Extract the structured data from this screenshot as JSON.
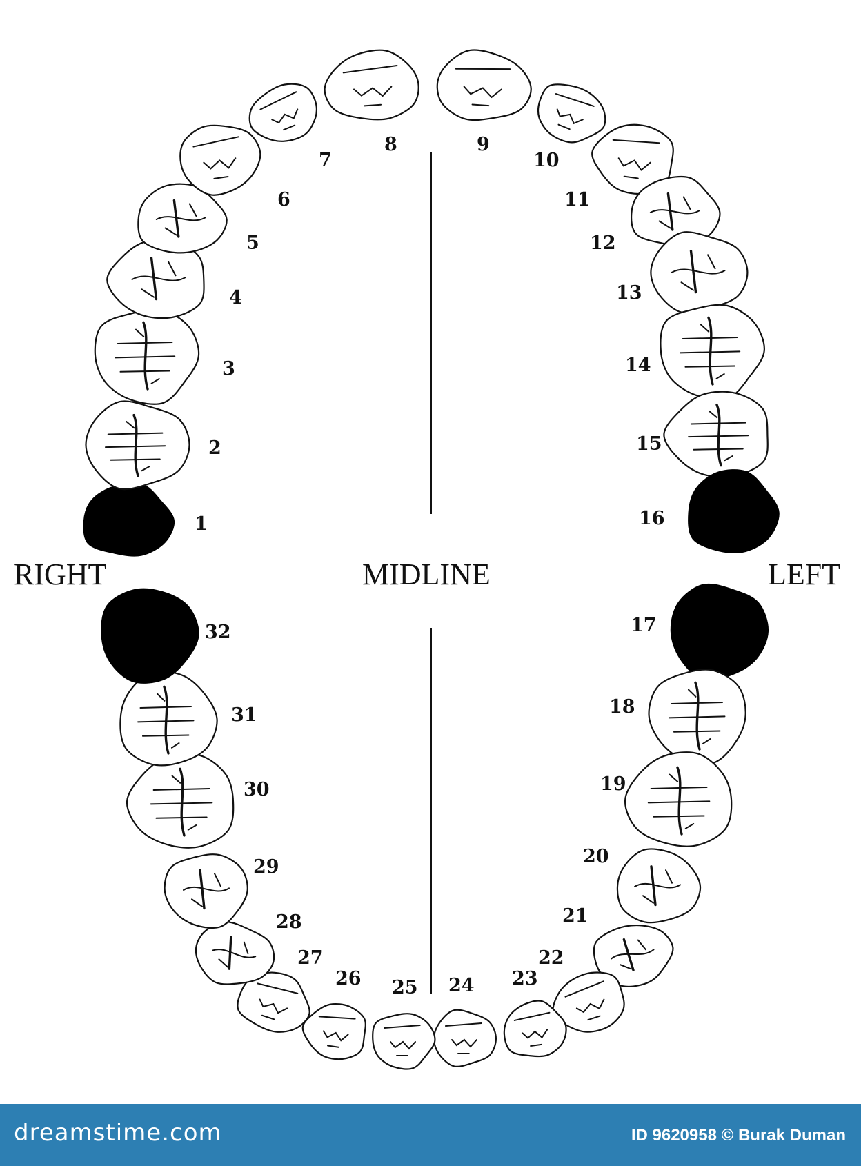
{
  "labels": {
    "right": "RIGHT",
    "midline": "MIDLINE",
    "left": "LEFT"
  },
  "teeth": [
    {
      "n": "1",
      "missing": true
    },
    {
      "n": "2",
      "missing": false
    },
    {
      "n": "3",
      "missing": false
    },
    {
      "n": "4",
      "missing": false
    },
    {
      "n": "5",
      "missing": false
    },
    {
      "n": "6",
      "missing": false
    },
    {
      "n": "7",
      "missing": false
    },
    {
      "n": "8",
      "missing": false
    },
    {
      "n": "9",
      "missing": false
    },
    {
      "n": "10",
      "missing": false
    },
    {
      "n": "11",
      "missing": false
    },
    {
      "n": "12",
      "missing": false
    },
    {
      "n": "13",
      "missing": false
    },
    {
      "n": "14",
      "missing": false
    },
    {
      "n": "15",
      "missing": false
    },
    {
      "n": "16",
      "missing": true
    },
    {
      "n": "17",
      "missing": true
    },
    {
      "n": "18",
      "missing": false
    },
    {
      "n": "19",
      "missing": false
    },
    {
      "n": "20",
      "missing": false
    },
    {
      "n": "21",
      "missing": false
    },
    {
      "n": "22",
      "missing": false
    },
    {
      "n": "23",
      "missing": false
    },
    {
      "n": "24",
      "missing": false
    },
    {
      "n": "25",
      "missing": false
    },
    {
      "n": "26",
      "missing": false
    },
    {
      "n": "27",
      "missing": false
    },
    {
      "n": "28",
      "missing": false
    },
    {
      "n": "29",
      "missing": false
    },
    {
      "n": "30",
      "missing": false
    },
    {
      "n": "31",
      "missing": false
    },
    {
      "n": "32",
      "missing": true
    }
  ],
  "footer": {
    "brand": "dreamstime.com",
    "credit": "ID 9620958 © Burak Duman"
  },
  "colors": {
    "footer_bg": "#2d7fb3",
    "ink": "#111111",
    "missing_fill": "#000000"
  }
}
